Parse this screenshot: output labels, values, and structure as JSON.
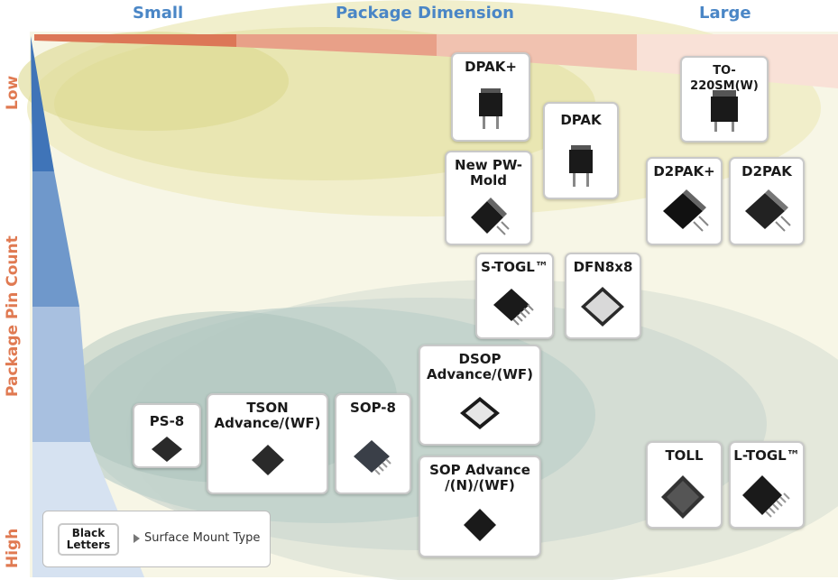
{
  "header": {
    "small": "Small",
    "dimension": "Package Dimension",
    "large": "Large"
  },
  "axis": {
    "low": "Low",
    "pin_count": "Package Pin Count",
    "high": "High"
  },
  "packages": [
    {
      "id": "dpak-plus",
      "line1": "DPAK+",
      "line2": "",
      "line3": ""
    },
    {
      "id": "dpak",
      "line1": "DPAK",
      "line2": "",
      "line3": ""
    },
    {
      "id": "to-220sm",
      "line1": "TO-220SM(W)",
      "line2": "",
      "line3": ""
    },
    {
      "id": "new-pw-mold",
      "line1": "New PW-",
      "line2": "Mold",
      "line3": ""
    },
    {
      "id": "d2pak-plus",
      "line1": "D2PAK+",
      "line2": "",
      "line3": ""
    },
    {
      "id": "d2pak",
      "line1": "D2PAK",
      "line2": "",
      "line3": ""
    },
    {
      "id": "s-togl",
      "line1": "S-TOGL™",
      "line2": "",
      "line3": ""
    },
    {
      "id": "dfn8x8",
      "line1": "DFN8x8",
      "line2": "",
      "line3": ""
    },
    {
      "id": "dsop-advance",
      "line1": "DSOP",
      "line2": "Advance/(WF)",
      "line3": ""
    },
    {
      "id": "ps-8",
      "line1": "PS-8",
      "line2": "",
      "line3": ""
    },
    {
      "id": "tson-advance",
      "line1": "TSON",
      "line2": "Advance/(WF)",
      "line3": ""
    },
    {
      "id": "sop-8",
      "line1": "SOP-8",
      "line2": "",
      "line3": ""
    },
    {
      "id": "sop-advance",
      "line1": "SOP Advance",
      "line2": "/(N)/(WF)",
      "line3": ""
    },
    {
      "id": "toll",
      "line1": "TOLL",
      "line2": "",
      "line3": ""
    },
    {
      "id": "l-togl",
      "line1": "L-TOGL™",
      "line2": "",
      "line3": ""
    }
  ],
  "legend": {
    "chip_line1": "Black",
    "chip_line2": "Letters",
    "description": "Surface Mount Type"
  },
  "colors": {
    "header_blue": "#4a86c6",
    "axis_orange": "#e07a52",
    "card_border": "#c9c9c9"
  }
}
